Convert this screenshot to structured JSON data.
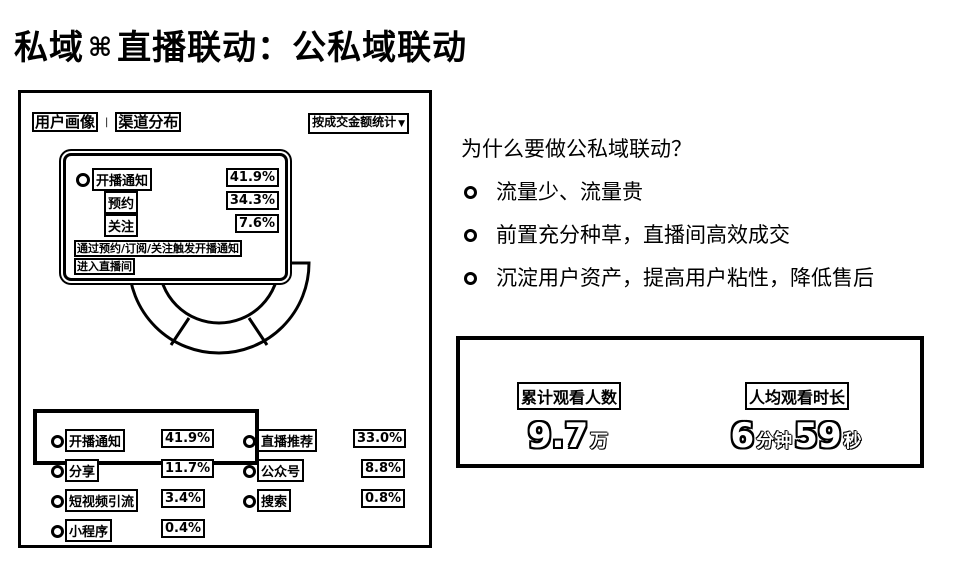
{
  "title": {
    "left": "私域",
    "separator": "⌘",
    "right": "直播联动：公私域联动"
  },
  "phone": {
    "tabs": [
      "用户画像",
      "渠道分布"
    ],
    "tab_separator": "|",
    "stat_filter": "按成交金额统计",
    "tooltip": {
      "main_label": "开播通知",
      "main_pct": "41.9%",
      "sub": [
        {
          "label": "预约",
          "pct": "34.3%"
        },
        {
          "label": "关注",
          "pct": "7.6%"
        }
      ],
      "note_line1": "通过预约/订阅/关注触发开播通知",
      "note_line2": "进入直播间"
    },
    "legend": [
      {
        "label": "开播通知",
        "pct": "41.9%"
      },
      {
        "label": "直播推荐",
        "pct": "33.0%"
      },
      {
        "label": "分享",
        "pct": "11.7%"
      },
      {
        "label": "公众号",
        "pct": "8.8%"
      },
      {
        "label": "短视频引流",
        "pct": "3.4%"
      },
      {
        "label": "搜索",
        "pct": "0.8%"
      },
      {
        "label": "小程序",
        "pct": "0.4%"
      }
    ]
  },
  "question": "为什么要做公私域联动？",
  "bullets": [
    "流量少、流量贵",
    "前置充分种草，直播间高效成交",
    "沉淀用户资产，提高用户粘性，降低售后"
  ],
  "stats": {
    "viewers": {
      "label": "累计观看人数",
      "number": "9.7",
      "unit": "万"
    },
    "avg_time": {
      "label": "人均观看时长",
      "min_number": "6",
      "min_unit": "分钟",
      "sec_number": "59",
      "sec_unit": "秒"
    }
  }
}
